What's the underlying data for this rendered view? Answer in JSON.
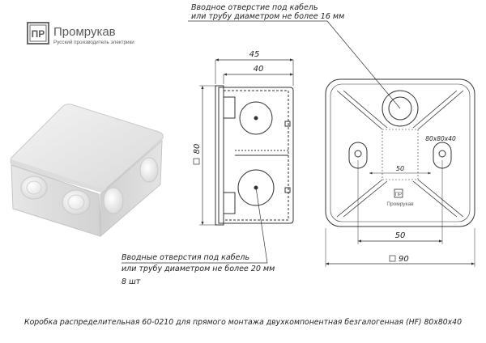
{
  "brand": {
    "logo_letters": "ПР",
    "name": "Промрукав",
    "tagline": "Русский производитель электрики"
  },
  "callouts": {
    "top_line1": "Вводное отверстие под кабель",
    "top_line2": "или трубу диаметром не более 16 мм",
    "bottom_line1": "Вводные отверстия под кабель",
    "bottom_line2": "или трубу диаметром не более 20 мм",
    "bottom_line3": "8 шт"
  },
  "side_view": {
    "dim_overall": "45",
    "dim_body": "40",
    "dim_height": "80"
  },
  "plan_view": {
    "marking": "80х80х40",
    "inner_mount": "50",
    "bottom_mount": "50",
    "overall": "90",
    "logo_letters": "ПР",
    "logo_name": "Промрукав"
  },
  "caption": "Коробка распределительная 60-0210 для прямого монтажа двухкомпонентная безгалогенная (HF) 80х80х40"
}
